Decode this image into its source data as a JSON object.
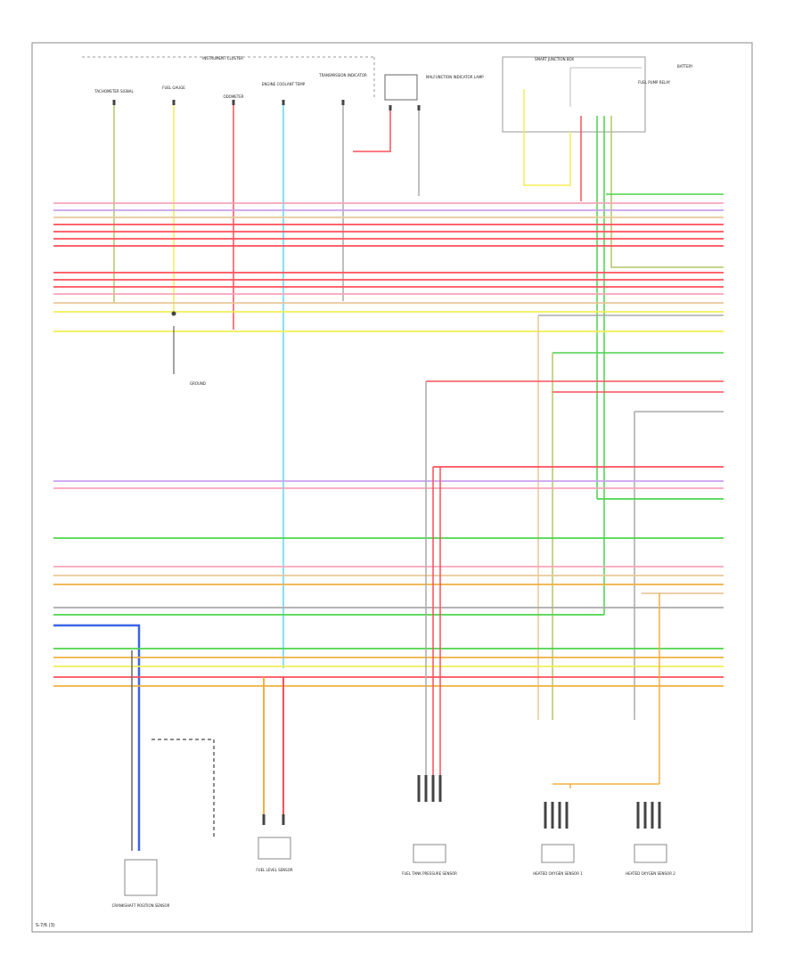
{
  "diagram": {
    "code": "S-7/6 (3)",
    "top_label": "INSTRUMENT CLUSTER",
    "fuse_box_label": "SMART JUNCTION BOX",
    "wire_colors": {
      "pink": "#f7a6b8",
      "red": "#ff4f5a",
      "green": "#4cd44c",
      "yellow": "#f2ee55",
      "blue": "#3a64e6",
      "cyan": "#5fd8e8",
      "olive": "#b2c766",
      "tan": "#e9c799",
      "orange": "#f0b040",
      "violet": "#c9a0f0",
      "gray": "#aaaaaa"
    },
    "components": [
      {
        "id": "speedometer",
        "label": "TACHOMETER SIGNAL"
      },
      {
        "id": "fuel-gauge",
        "label": "FUEL GAUGE"
      },
      {
        "id": "odometer",
        "label": "ODOMETER"
      },
      {
        "id": "engine-coolant",
        "label": "ENGINE COOLANT TEMP"
      },
      {
        "id": "indicator",
        "label": "TRANSMISSION INDICATOR"
      },
      {
        "id": "malfunction",
        "label": "MALFUNCTION INDICATOR LAMP"
      },
      {
        "id": "fuel-pump-relay",
        "label": "FUEL PUMP RELAY"
      },
      {
        "id": "battery-note",
        "label": "BATTERY"
      },
      {
        "id": "crank-sensor",
        "label": "CRANKSHAFT POSITION SENSOR"
      },
      {
        "id": "ground-g1",
        "label": "GROUND"
      },
      {
        "id": "fuel-level-sensor",
        "label": "FUEL LEVEL SENSOR"
      },
      {
        "id": "fuel-tank-pressure",
        "label": "FUEL TANK PRESSURE SENSOR"
      },
      {
        "id": "heated-oxygen-1",
        "label": "HEATED OXYGEN SENSOR 1"
      },
      {
        "id": "heated-oxygen-2",
        "label": "HEATED OXYGEN SENSOR 2"
      }
    ]
  }
}
